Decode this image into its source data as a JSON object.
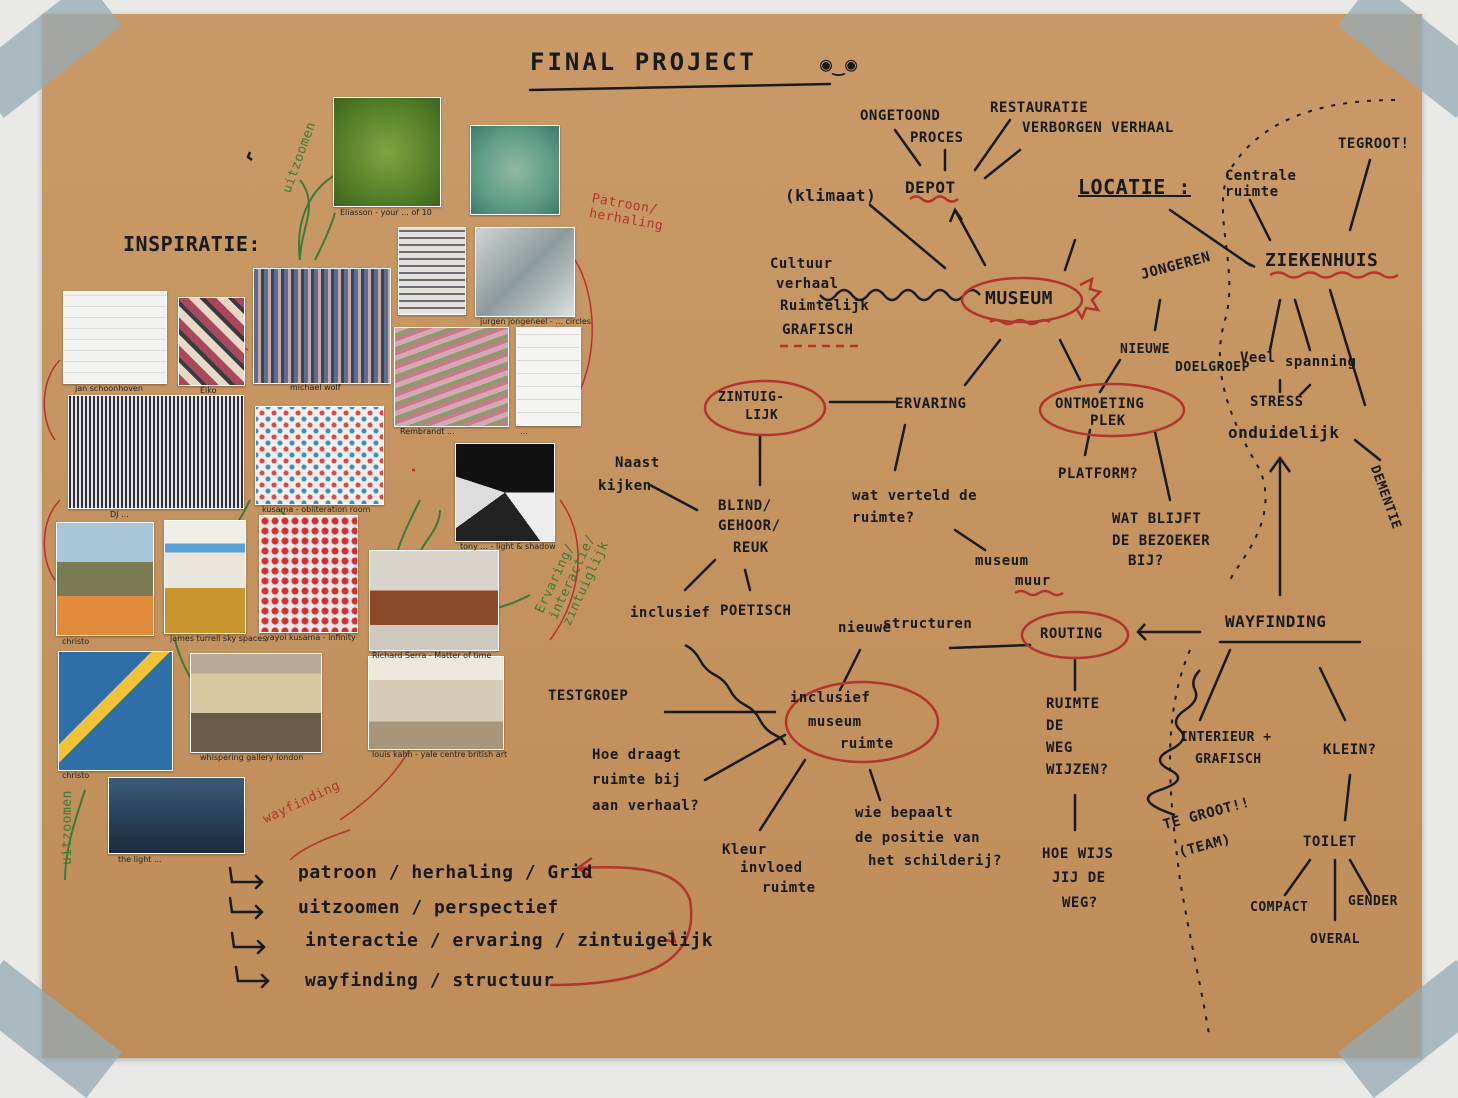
{
  "title": "FINAL PROJECT",
  "inspiratie": {
    "heading": "INSPIRATIE:",
    "annotations": {
      "uitzoomen_top": "uitzoomen",
      "patroon": "Patroon/ herhaling",
      "ervaring": "Ervaring/ interactie/ zintuiglijk",
      "wayfinding": "wayfinding",
      "uitzoomen_left": "uitzoomen"
    },
    "captions": [
      "Eliasson - your ... of 10",
      "jan schoonhoven",
      "Eiko",
      "michael wolf",
      "jurgen jongeneel - ... circles",
      "Rembrandt ...",
      "...",
      "DJ ...",
      "kusama - obliteration room",
      "tony ... - light & shadow",
      "christo",
      "james turrell sky spaces",
      "yayoi kusama - infinity",
      "Richard Serra - Matter of time",
      "christo",
      "whispering gallery london",
      "louis kahn - yale centre british art",
      "the light ..."
    ]
  },
  "mindmap": {
    "ongetoond": "ONGETOOND",
    "restauratie": "RESTAURATIE",
    "proces": "PROCES",
    "verborgen": "VERBORGEN VERHAAL",
    "klimaat": "(klimaat)",
    "depot": "DEPOT",
    "locatie": "LOCATIE :",
    "centrale": "Centrale ruimte",
    "tegroot1": "TEGROOT!",
    "ziekenhuis": "ZIEKENHUIS",
    "cultuur": [
      "Cultuur",
      "verhaal",
      "Ruimtelijk",
      "GRAFISCH"
    ],
    "museum": "MUSEUM",
    "jongeren": "JONGEREN",
    "nieuwe_doelgroep": [
      "NIEUWE",
      "DOELGROEP"
    ],
    "veel": "Veel",
    "spanning": "spanning",
    "stress": "STRESS",
    "onduidelijk": "onduidelijk",
    "dementie": "DEMENTIE",
    "zintuig": [
      "ZINTUIG-",
      "LIJK"
    ],
    "ervaring": "ERVARING",
    "ontmoeting": [
      "ONTMOETING",
      "PLEK"
    ],
    "naast": [
      "Naast",
      "kijken"
    ],
    "blind": [
      "BLIND/",
      "GEHOOR/",
      "REUK"
    ],
    "vertelt": [
      "wat verteld de",
      "ruimte?"
    ],
    "platform": "PLATFORM?",
    "wat_blijft": [
      "WAT BLIJFT",
      "DE BEZOEKER",
      "BIJ?"
    ],
    "museum_muur": [
      "museum",
      "muur"
    ],
    "inclusief": "inclusief",
    "poetisch": "POETISCH",
    "nieuwe_structuren": [
      "nieuwe",
      "structuren"
    ],
    "routing": "ROUTING",
    "wayfinding": "WAYFINDING",
    "testgroep": "TESTGROEP",
    "inclusief_museum": [
      "inclusief",
      "museum",
      "ruimte"
    ],
    "hoe_draagt": [
      "Hoe draagt",
      "ruimte bij",
      "aan verhaal?"
    ],
    "kleur": [
      "Kleur",
      "invloed",
      "ruimte"
    ],
    "wie_bepaalt": [
      "wie bepaalt",
      "de positie van",
      "het schilderij?"
    ],
    "ruimte_de": [
      "RUIMTE",
      "DE",
      "WEG",
      "WIJZEN?"
    ],
    "hoe_wijs": [
      "HOE WIJS",
      "JIJ DE",
      "WEG?"
    ],
    "interieur": [
      "INTERIEUR +",
      "GRAFISCH"
    ],
    "klein": "KLEIN?",
    "te_groot": [
      "TE GROOT!!",
      "(TEAM)"
    ],
    "toilet": "TOILET",
    "compact": "COMPACT",
    "gender": "GENDER",
    "overal": "OVERAL"
  },
  "legend": [
    "patroon / herhaling / Grid",
    "uitzoomen / perspectief",
    "interactie / ervaring / zintuigelijk",
    "wayfinding / structuur"
  ],
  "colors": {
    "paper": "#c4935f",
    "ink": "#1a1a1a",
    "red": "#b2342c",
    "green": "#3d7a36",
    "tape": "#96aab4"
  }
}
